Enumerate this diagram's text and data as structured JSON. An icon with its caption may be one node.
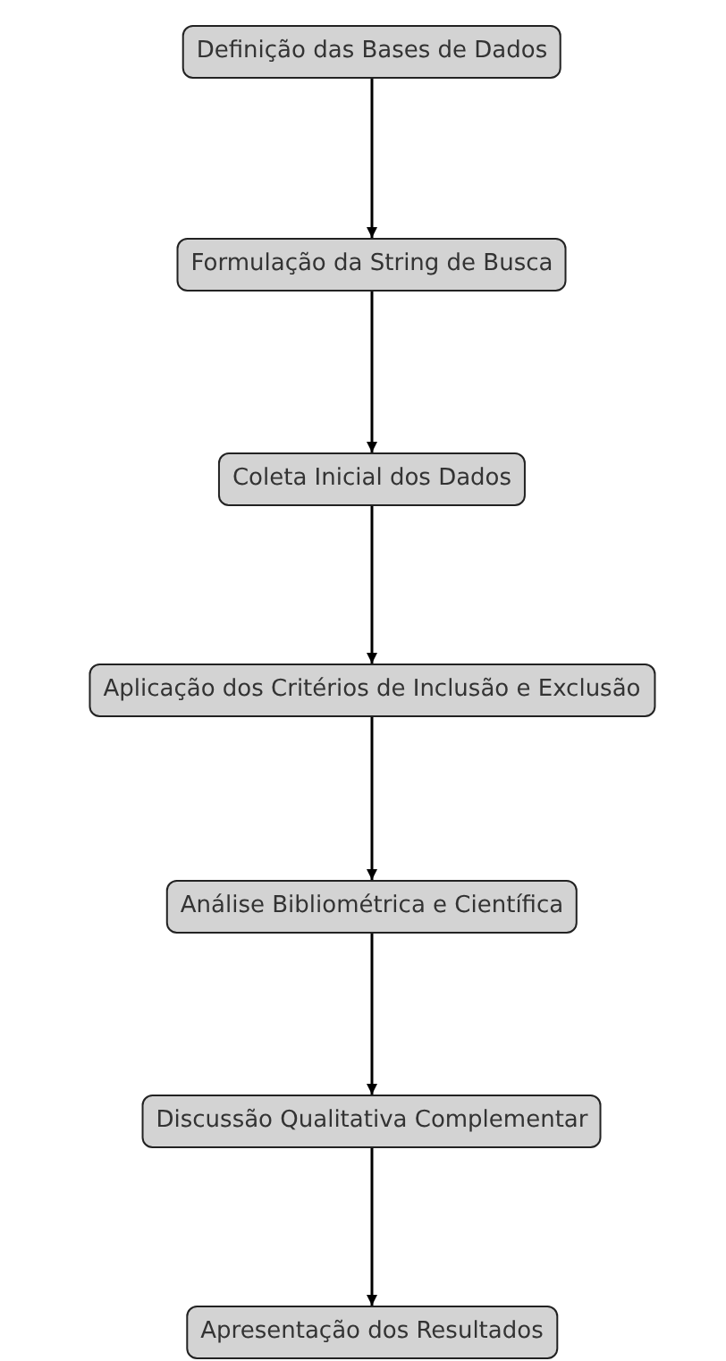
{
  "diagram": {
    "nodes": [
      {
        "text": [
          "Definição das Bases de Dados"
        ]
      },
      {
        "text": [
          "Formulação da String de Busca"
        ]
      },
      {
        "text": [
          "Coleta Inicial dos Dados"
        ]
      },
      {
        "text": [
          "Aplicação dos Critérios de Inclusão e Exclusão"
        ]
      },
      {
        "text": [
          "Análise Bibliométrica e Científica"
        ]
      },
      {
        "text": [
          "Discussão Qualitativa Complementar"
        ]
      },
      {
        "text": [
          "Apresentação dos Resultados"
        ]
      }
    ],
    "edges": [
      {
        "from": 0,
        "to": 1,
        "arrow": "to"
      },
      {
        "from": 1,
        "to": 2,
        "arrow": "to"
      },
      {
        "from": 2,
        "to": 3,
        "arrow": "to"
      },
      {
        "from": 3,
        "to": 4,
        "arrow": "to"
      },
      {
        "from": 4,
        "to": 5,
        "arrow": "to"
      },
      {
        "from": 5,
        "to": 6,
        "arrow": "to"
      }
    ]
  }
}
